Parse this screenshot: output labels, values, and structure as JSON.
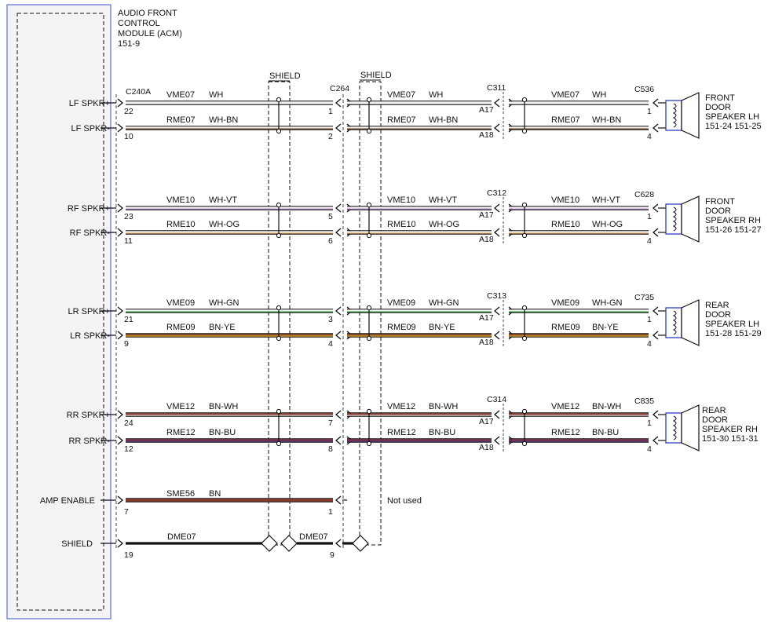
{
  "module": {
    "title_lines": [
      "AUDIO FRONT",
      "CONTROL",
      "MODULE (ACM)",
      "151-9"
    ]
  },
  "connectors": {
    "acm": "C240A",
    "c264": "C264",
    "shield_left": "SHIELD",
    "shield_right": "SHIELD",
    "not_used": "Not used"
  },
  "circuits": [
    {
      "signal": "LF SPKR+",
      "acm_pin": "22",
      "c264_pin": "1",
      "circuit": "VME07",
      "color_code": "WH",
      "color1": "#f2f2f2",
      "color2": "#f2f2f2",
      "door_connector": "C311",
      "door_pin": "A17",
      "spk_connector": "C536",
      "spk_pin": "1"
    },
    {
      "signal": "LF SPKR-",
      "acm_pin": "10",
      "c264_pin": "2",
      "circuit": "RME07",
      "color_code": "WH-BN",
      "color1": "#f2f2f2",
      "color2": "#7a4a24",
      "door_connector": "",
      "door_pin": "A18",
      "spk_connector": "",
      "spk_pin": "4"
    },
    {
      "signal": "RF SPKR+",
      "acm_pin": "23",
      "c264_pin": "5",
      "circuit": "VME10",
      "color_code": "WH-VT",
      "color1": "#f2f2f2",
      "color2": "#c189cf",
      "door_connector": "C312",
      "door_pin": "A17",
      "spk_connector": "C628",
      "spk_pin": "1"
    },
    {
      "signal": "RF SPKR-",
      "acm_pin": "11",
      "c264_pin": "6",
      "circuit": "RME10",
      "color_code": "WH-OG",
      "color1": "#f2f2f2",
      "color2": "#e8a04a",
      "door_connector": "",
      "door_pin": "A18",
      "spk_connector": "",
      "spk_pin": "4"
    },
    {
      "signal": "LR SPKR+",
      "acm_pin": "21",
      "c264_pin": "3",
      "circuit": "VME09",
      "color_code": "WH-GN",
      "color1": "#f2f2f2",
      "color2": "#3fae4a",
      "door_connector": "C313",
      "door_pin": "A17",
      "spk_connector": "C735",
      "spk_pin": "1"
    },
    {
      "signal": "LR SPKR-",
      "acm_pin": "9",
      "c264_pin": "4",
      "circuit": "RME09",
      "color_code": "BN-YE",
      "color1": "#8b4a1c",
      "color2": "#f2b72a",
      "door_connector": "",
      "door_pin": "A18",
      "spk_connector": "",
      "spk_pin": "4"
    },
    {
      "signal": "RR SPKR+",
      "acm_pin": "24",
      "c264_pin": "7",
      "circuit": "VME12",
      "color_code": "BN-WH",
      "color1": "#8b3a32",
      "color2": "#f2f2f2",
      "door_connector": "C314",
      "door_pin": "A17",
      "spk_connector": "C835",
      "spk_pin": "1"
    },
    {
      "signal": "RR SPKR-",
      "acm_pin": "12",
      "c264_pin": "8",
      "circuit": "RME12",
      "color_code": "BN-BU",
      "color1": "#7a2c4a",
      "color2": "#5a3a8a",
      "door_connector": "",
      "door_pin": "A18",
      "spk_connector": "",
      "spk_pin": "4"
    }
  ],
  "amp_enable": {
    "signal": "AMP ENABLE",
    "acm_pin": "7",
    "c264_pin": "1",
    "circuit": "SME56",
    "color_code": "BN",
    "color": "#8b3a2a"
  },
  "shield_row": {
    "signal": "SHIELD",
    "acm_pin": "19",
    "c264_pin": "9",
    "circuit_left": "DME07",
    "circuit_right": "DME07",
    "color": "#111111"
  },
  "speakers": [
    {
      "lines": [
        "FRONT",
        "DOOR",
        "SPEAKER LH",
        "151-24  151-25"
      ]
    },
    {
      "lines": [
        "FRONT",
        "DOOR",
        "SPEAKER RH",
        "151-26  151-27"
      ]
    },
    {
      "lines": [
        "REAR",
        "DOOR",
        "SPEAKER LH",
        "151-28  151-29"
      ]
    },
    {
      "lines": [
        "REAR",
        "DOOR",
        "SPEAKER RH",
        "151-30  151-31"
      ]
    }
  ],
  "colors": {
    "module_border": "#5b6fd6",
    "module_fill": "#f3f3f3",
    "speaker_border": "#2b3fbf",
    "line": "#111111"
  }
}
